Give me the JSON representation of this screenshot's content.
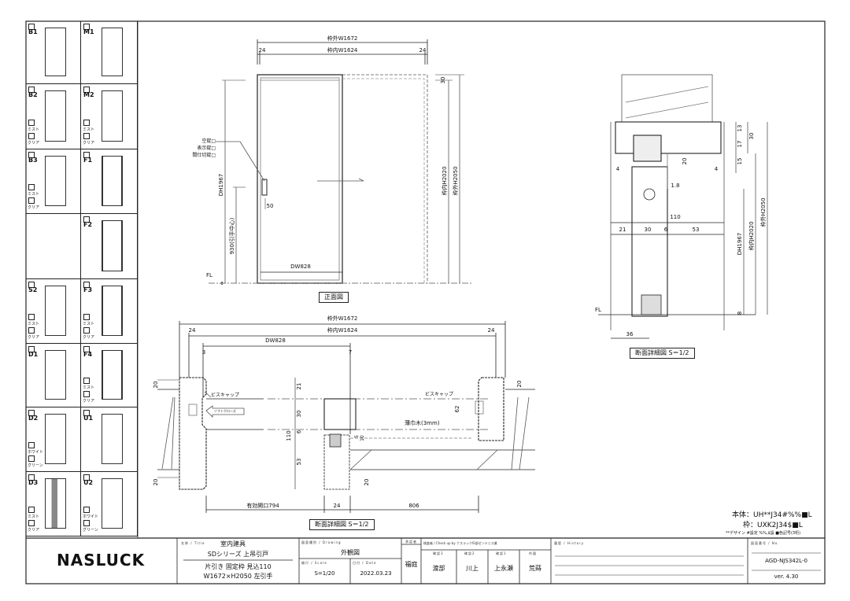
{
  "panel_styles": [
    {
      "code": "B1",
      "options": []
    },
    {
      "code": "M1",
      "options": []
    },
    {
      "code": "B2",
      "options": [
        "ミスト",
        "クリア"
      ]
    },
    {
      "code": "M2",
      "options": [
        "ミスト",
        "クリア"
      ]
    },
    {
      "code": "B3",
      "options": [
        "ミスト",
        "クリア"
      ]
    },
    {
      "code": "F1",
      "options": []
    },
    {
      "code": "",
      "options": []
    },
    {
      "code": "F2",
      "options": []
    },
    {
      "code": "S2",
      "options": [
        "ミスト",
        "クリア"
      ]
    },
    {
      "code": "F3",
      "options": [
        "ミスト",
        "クリア"
      ]
    },
    {
      "code": "D1",
      "options": []
    },
    {
      "code": "F4",
      "options": [
        "ミスト",
        "クリア"
      ]
    },
    {
      "code": "D2",
      "options": [
        "ホワイト",
        "グリーン"
      ]
    },
    {
      "code": "U1",
      "options": []
    },
    {
      "code": "D3",
      "options": [
        "ミスト",
        "クリア"
      ]
    },
    {
      "code": "U2",
      "options": [
        "ホワイト",
        "グリーン"
      ]
    }
  ],
  "front": {
    "outer_w": "枠外W1672",
    "inner_w": "枠内W1624",
    "side_a": "24",
    "side_b": "24",
    "top": "30",
    "inner_h": "枠内H2020",
    "outer_h": "枠外H2050",
    "dh": "DH1967",
    "handle_h": "930(引手中心)",
    "handle_off": "50",
    "dw": "DW828",
    "fl": "FL",
    "fl_gap": "8",
    "lock1": "空錠□",
    "lock2": "表示錠□",
    "lock3": "間仕切錠□",
    "title": "正面図"
  },
  "plan": {
    "outer_w": "枠外W1672",
    "inner_w": "枠内W1624",
    "side_a": "24",
    "side_b": "24",
    "dw": "DW828",
    "d3": "3",
    "d7": "7",
    "w20a": "20",
    "w20b": "20",
    "w20c": "20",
    "w20d": "20",
    "screw_cap_l": "ビスキャップ",
    "screw_cap_r": "ビスキャップ",
    "soft_close": "ソフトクローズ",
    "d21": "21",
    "d30": "30",
    "d6": "6",
    "d110": "110",
    "d53": "53",
    "d5": "5",
    "d10": "10",
    "baseboard": "薄巾木(3mm)",
    "d62": "62",
    "opening": "有効開口794",
    "d24": "24",
    "d806": "806",
    "title": "断面詳細図 S＝1/2"
  },
  "section": {
    "d13": "13",
    "d17": "17",
    "d15": "15",
    "d30": "30",
    "d20": "20",
    "d4a": "4",
    "d4b": "4",
    "d18": "1.8",
    "d110": "110",
    "d21": "21",
    "d30b": "30",
    "d6": "6",
    "d53": "53",
    "dh": "DH1967",
    "inner_h": "枠内H2020",
    "outer_h": "枠外H2050",
    "fl": "FL",
    "d8": "8",
    "d36": "36",
    "title": "断面詳細図 S＝1/2"
  },
  "spec": {
    "body": "本体：UH**J34#%%■L",
    "frame": "枠：UXK2J34$■L",
    "note": "**デザイン #設定 %%,$設 ■色記号(3桁)"
  },
  "title_block": {
    "logo": "NASLUCK",
    "title_label": "名称 / Title",
    "title_line1": "室内建具",
    "title_line2": "SDシリーズ 上吊引戸",
    "title_line3": "片引き 固定枠 見込110",
    "title_line4": "W1672×H2050 左引手",
    "drawing_label": "図面種別 / Drawing",
    "drawing": "外観図",
    "scale_label": "縮尺 / Scale",
    "scale": "S=1/20",
    "date_label": "日付 / Date",
    "date": "2022.03.23",
    "approver_label": "承認者",
    "approver": "福庭",
    "check_label": "検査者 / Check up by ナスラックIS部ゼンテニス業",
    "checkers": [
      {
        "role": "確認3",
        "name": "渡部"
      },
      {
        "role": "確認2",
        "name": "川上"
      },
      {
        "role": "確認1",
        "name": "上永瀬"
      },
      {
        "role": "作図",
        "name": "荒蒔"
      }
    ],
    "history_label": "履歴 / History",
    "number_label": "図面番号 / No.",
    "number": "AGD-NJS342L-0",
    "version": "ver. 4.30"
  }
}
